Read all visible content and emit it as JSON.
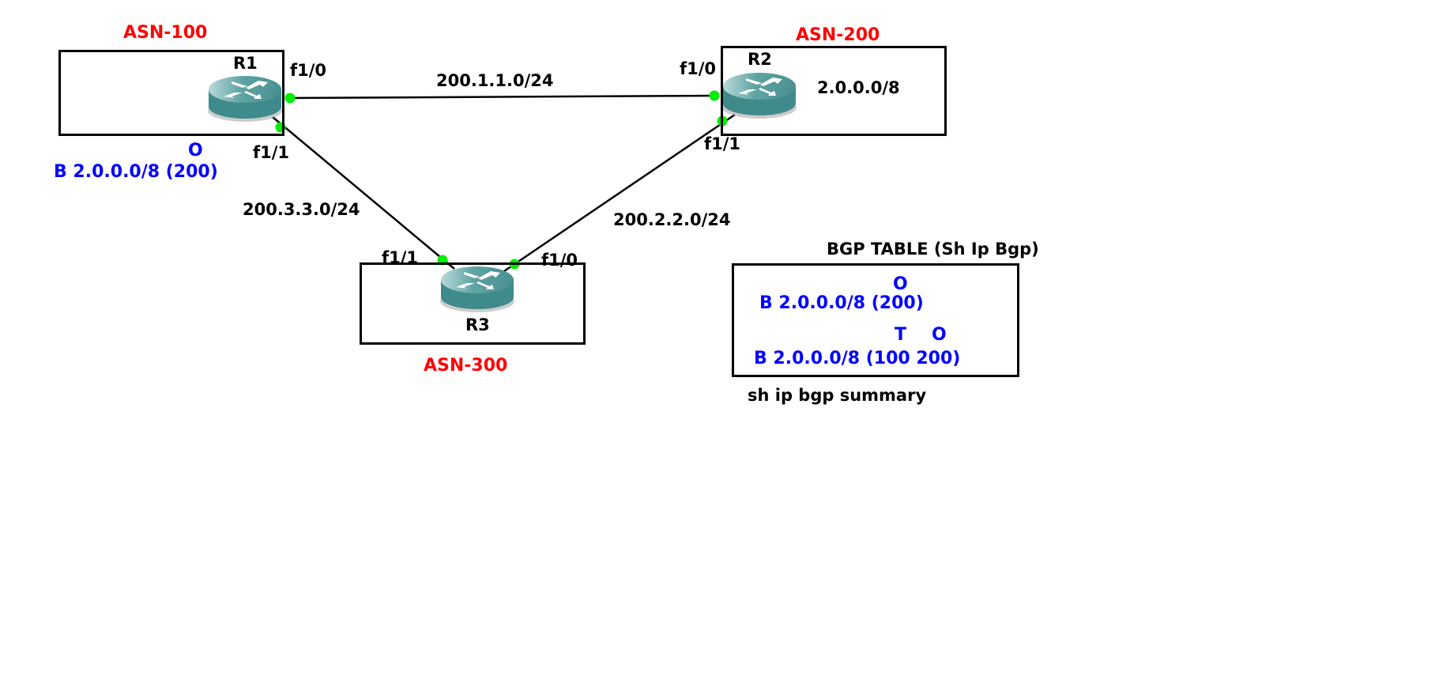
{
  "diagram": {
    "routers": [
      {
        "name": "R1",
        "asn_label": "ASN-100"
      },
      {
        "name": "R2",
        "asn_label": "ASN-200",
        "network": "2.0.0.0/8"
      },
      {
        "name": "R3",
        "asn_label": "ASN-300"
      }
    ],
    "links": [
      {
        "subnet": "200.1.1.0/24",
        "a_if": "f1/0",
        "b_if": "f1/0"
      },
      {
        "subnet": "200.3.3.0/24",
        "a_if": "f1/1",
        "b_if": "f1/1"
      },
      {
        "subnet": "200.2.2.0/24",
        "a_if": "f1/0",
        "b_if": "f1/1"
      }
    ],
    "r1_route": {
      "marker": "O",
      "entry": "B 2.0.0.0/8 (200)"
    },
    "bgp_table": {
      "title": "BGP TABLE (Sh Ip Bgp)",
      "row1_marker": "O",
      "row1_entry": "B 2.0.0.0/8 (200)",
      "row2_marker_t": "T",
      "row2_marker_o": "O",
      "row2_entry": "B 2.0.0.0/8 (100 200)",
      "footer": "sh ip bgp summary"
    },
    "colors": {
      "asn": "#ff0000",
      "route": "#0000ff",
      "link_dot": "#00ee00",
      "router": "#3f8b8b"
    }
  }
}
